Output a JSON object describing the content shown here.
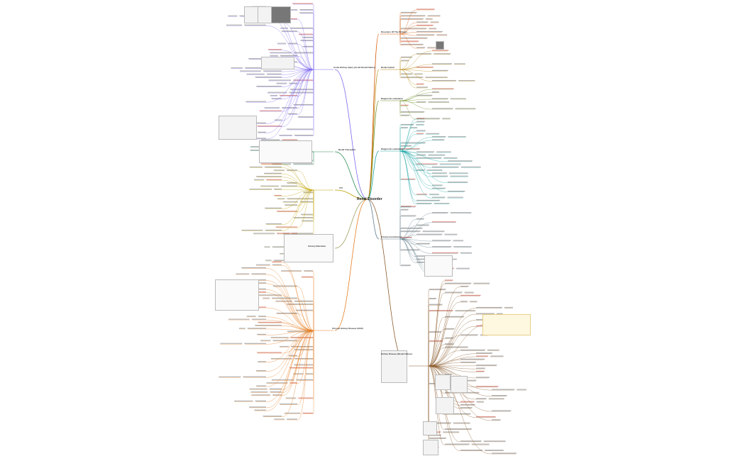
{
  "root": {
    "label": "Renal Disorder"
  },
  "branches": [
    {
      "key": "disorders_of_the_kidneys",
      "label": "Disorders Of The Kidneys",
      "color": "#d35400"
    },
    {
      "key": "renal_calculi",
      "label": "Renal Calculi",
      "color": "#b8860b"
    },
    {
      "key": "diagnostic_evaluation",
      "label": "Diagnostic evaluation",
      "color": "#6b8e23"
    },
    {
      "key": "diagnostic_evaluation_2",
      "label": "Diagnostic evaluation",
      "color": "#1aa3a3"
    },
    {
      "key": "urinary_incontinence",
      "label": "Urinary incontinence",
      "color": "#607d8b"
    },
    {
      "key": "kidney_disease",
      "label": "Kidney Disease (Renal Failure)",
      "color": "#8b5a2b"
    },
    {
      "key": "acute_kidney_injury",
      "label": "Acute Kidney Injury (Acute Renal Failure)",
      "color": "#7b68ee"
    },
    {
      "key": "renal_transplant",
      "label": "Renal Transplant",
      "color": "#2e8b57"
    },
    {
      "key": "uti",
      "label": "UTI",
      "color": "#c0a000"
    },
    {
      "key": "urinary_retention",
      "label": "Urinary Retention",
      "color": "#a0a060"
    },
    {
      "key": "chronic_kidney_disease",
      "label": "Chronic Kidney Disease (CKD)",
      "color": "#e67e22"
    }
  ],
  "colors": {
    "background": "#ffffff",
    "root_text": "#222222",
    "leaf_text": "#555555"
  },
  "icons": [
    "image-thumbnail"
  ]
}
